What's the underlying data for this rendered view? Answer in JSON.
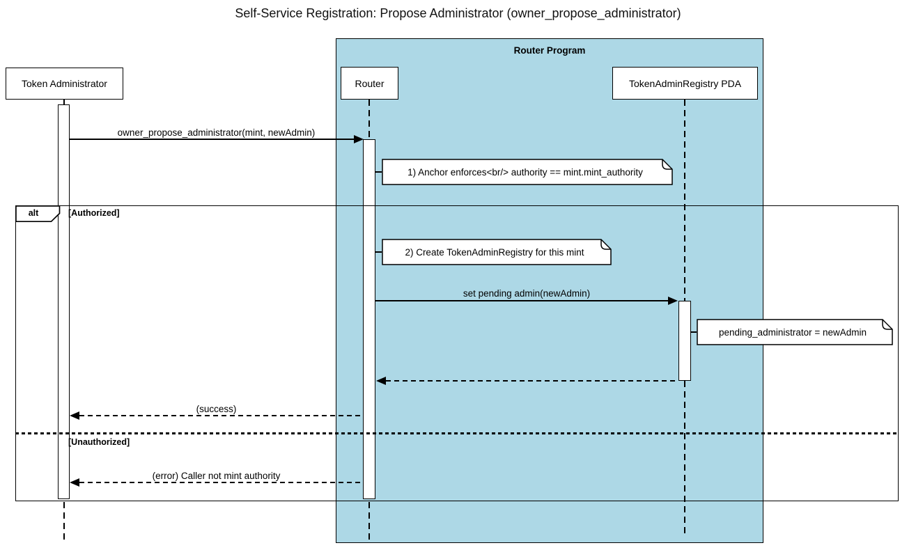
{
  "title": "Self-Service Registration: Propose Administrator (owner_propose_administrator)",
  "colors": {
    "container_fill": "#add8e6",
    "stroke": "#000000",
    "note_fill": "#ffffff",
    "background": "#ffffff"
  },
  "container": {
    "label": "Router Program"
  },
  "participants": {
    "token_administrator": "Token Administrator",
    "router": "Router",
    "registry_pda": "TokenAdminRegistry PDA"
  },
  "messages": {
    "propose": "owner_propose_administrator(mint, newAdmin)",
    "set_pending": "set pending admin(newAdmin)",
    "success": "(success)",
    "error": "(error) Caller not mint authority"
  },
  "notes": {
    "note1": "1) Anchor enforces<br/> authority == mint.mint_authority",
    "note2": "2) Create TokenAdminRegistry for this mint",
    "note3": "pending_administrator = newAdmin"
  },
  "alt_frame": {
    "operator": "alt",
    "authorized_label": "[Authorized]",
    "unauthorized_label": "[Unauthorized]"
  }
}
